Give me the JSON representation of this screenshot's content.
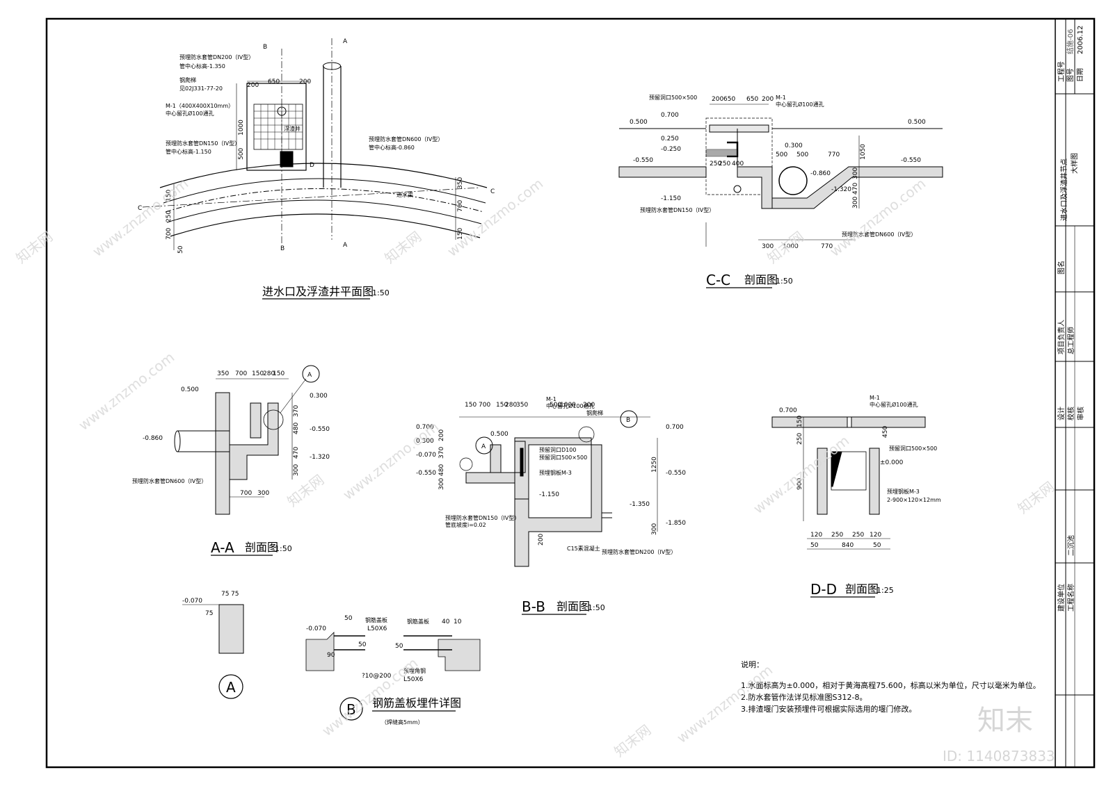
{
  "plan": {
    "title": "进水口及浮渣井平面图",
    "scale": "1:50",
    "labels": [
      "预埋防水套管DN200（IV型）",
      "管中心标高-1.350",
      "钢爬梯",
      "见02J331-77-20",
      "M-1（400X400X10mm）",
      "中心留孔Ø100通孔",
      "预埋防水套管DN150（IV型）",
      "管中心标高-1.150",
      "预埋防水套管DN600（IV型）",
      "管中心标高-0.860",
      "浮渣井",
      "进水渠"
    ],
    "dims": [
      "200",
      "650",
      "200",
      "1000",
      "500",
      "350",
      "700",
      "150",
      "150",
      "250",
      "700",
      "50"
    ],
    "section_marks": [
      "A",
      "A",
      "B",
      "B",
      "C",
      "C",
      "D"
    ]
  },
  "cc": {
    "title": "C-C",
    "suffix": "剖面图",
    "scale": "1:50",
    "labels": [
      "预留洞口500×500",
      "M-1",
      "中心留孔Ø100通孔",
      "预埋防水套管DN150（IV型）",
      "预埋防水套管DN600（IV型）"
    ],
    "levels": [
      "0.500",
      "0.700",
      "0.250",
      "-0.250",
      "-0.550",
      "-1.150",
      "0.300",
      "-0.860",
      "-1.320",
      "-0.550",
      "0.500"
    ],
    "dims": [
      "200",
      "650",
      "650",
      "200",
      "500",
      "500",
      "770",
      "250",
      "250",
      "400",
      "1050",
      "300",
      "1000",
      "770",
      "300",
      "470",
      "300"
    ]
  },
  "aa": {
    "title": "A-A",
    "suffix": "剖面图",
    "scale": "1:50",
    "labels": [
      "预埋防水套管DN600（IV型）"
    ],
    "levels": [
      "0.500",
      "0.300",
      "-0.550",
      "-1.320",
      "-0.860"
    ],
    "dims": [
      "350",
      "700",
      "150",
      "280",
      "150",
      "370",
      "480",
      "470",
      "300",
      "700",
      "300"
    ],
    "detail_ref": "A"
  },
  "bb": {
    "title": "B-B",
    "suffix": "剖面图",
    "scale": "1:50",
    "labels": [
      "M-1",
      "中心留孔Ø100通孔",
      "钢爬梯",
      "预留洞口D100",
      "预留洞口500×500",
      "预埋钢板M-3",
      "预埋防水套管DN150（IV型）",
      "预埋防水套管DN200（IV型）",
      "C15素混凝土",
      "管底坡度i=0.02"
    ],
    "levels": [
      "0.700",
      "0.500",
      "0.300",
      "-0.070",
      "-0.550",
      "-1.150",
      "-1.350",
      "-1.850",
      "0.700",
      "-0.550"
    ],
    "dims": [
      "150",
      "700",
      "150",
      "280",
      "350",
      "500",
      "1000",
      "200",
      "200",
      "370",
      "480",
      "300",
      "1250",
      "300",
      "200"
    ],
    "detail_refs": [
      "A",
      "B"
    ]
  },
  "dd": {
    "title": "D-D",
    "suffix": "剖面图",
    "scale": "1:25",
    "labels": [
      "M-1",
      "中心留孔Ø100通孔",
      "预留洞口500×500",
      "±0.000",
      "预埋钢板M-3",
      "2-900×120×12mm"
    ],
    "levels": [
      "0.700"
    ],
    "dims": [
      "150",
      "250",
      "450",
      "900",
      "120",
      "250",
      "250",
      "120",
      "50",
      "840",
      "50"
    ]
  },
  "detailA": {
    "ref": "A",
    "level": "-0.070",
    "dims": [
      "75",
      "75",
      "75"
    ]
  },
  "detailB": {
    "ref": "B",
    "title": "钢筋盖板埋件详图",
    "subtitle": "（焊缝高5mm）",
    "labels": [
      "钢筋盖板",
      "L50X6",
      "?10@200",
      "预埋角钢",
      "L50X6",
      "钢筋盖板"
    ],
    "level": "-0.070",
    "dims": [
      "50",
      "90",
      "50",
      "40",
      "10",
      "50"
    ]
  },
  "notes": {
    "title": "说明：",
    "items": [
      "1.水面标高为±0.000，相对于黄海高程75.600，标高以米为单位，尺寸以毫米为单位。",
      "2.防水套管作法详见标准图S312-8。",
      "3.排渣堰门安装预埋件可根据实际选用的堰门修改。"
    ]
  },
  "titleblock": {
    "project_no_label": "工程号",
    "drawing_no_label": "图号",
    "date_label": "日期",
    "drawing_no": "结施-06",
    "date": "2006.12",
    "drawing_name_label": "图名",
    "drawing_name_1": "进水口及浮渣井节点",
    "drawing_name_2": "大样图",
    "pm_label": "项目负责人",
    "chief_label": "总工程师",
    "design_label": "设计",
    "check_label": "校核",
    "review_label": "审核",
    "client_label": "建设单位",
    "project_label": "工程名称",
    "project_name": "二沉池"
  },
  "watermark": {
    "site": "www.znzmo.com",
    "brand": "知末网",
    "logo": "知末",
    "id": "ID: 1140873833"
  }
}
